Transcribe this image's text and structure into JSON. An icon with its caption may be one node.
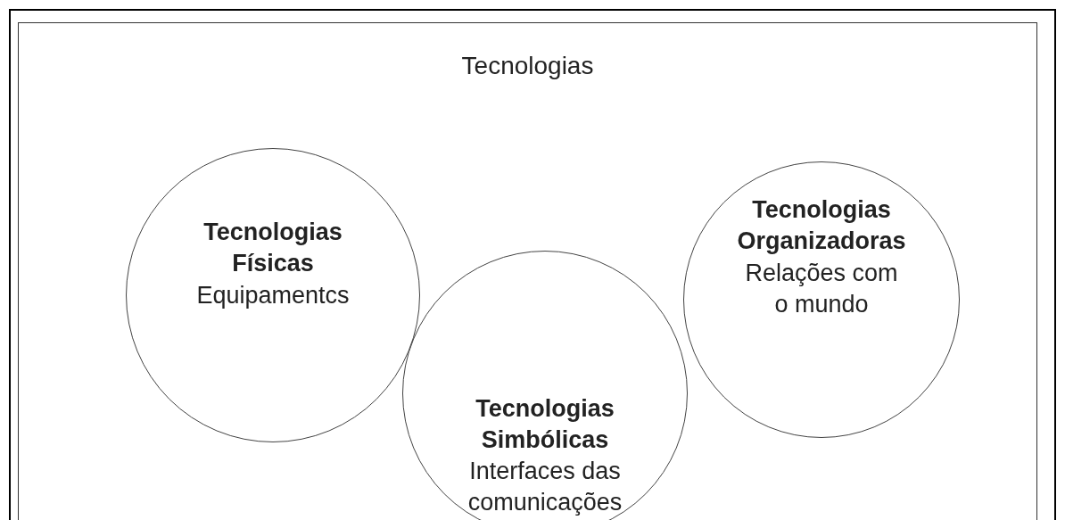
{
  "diagram": {
    "nodes": [
      {
        "text": [
          "Tecnologias"
        ]
      },
      {
        "text": [
          "Tecnologias Físicas",
          "Equipamentcs"
        ],
        "in": 0
      },
      {
        "text": [
          "Tecnologias Simbólicas",
          "Interfaces das comunicações"
        ],
        "in": 0
      },
      {
        "text": [
          "Tecnologias Organizadoras",
          "Relações com o mundo"
        ],
        "in": 0
      }
    ]
  }
}
